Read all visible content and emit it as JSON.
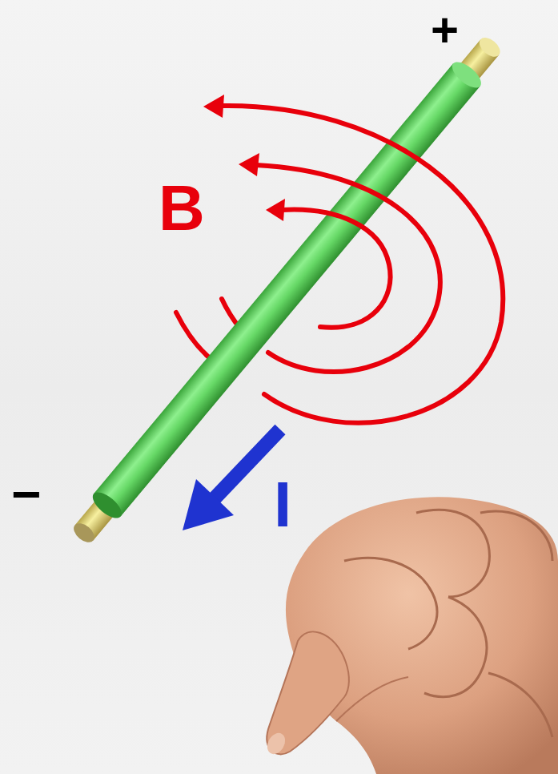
{
  "diagram": {
    "labels": [
      "+",
      "B",
      "−",
      "I"
    ]
  }
}
